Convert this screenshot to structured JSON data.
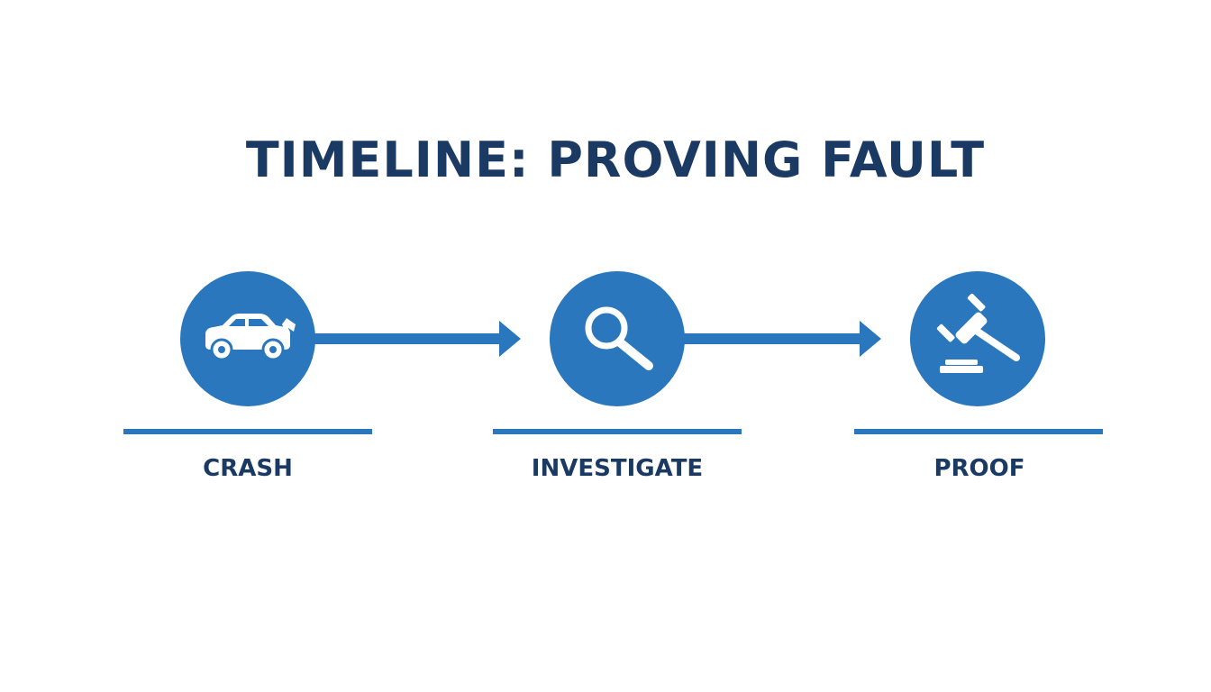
{
  "title": "TIMELINE: PROVING FAULT",
  "steps": [
    {
      "label": "CRASH",
      "icon": "car-crash-icon"
    },
    {
      "label": "INVESTIGATE",
      "icon": "magnifying-glass-icon"
    },
    {
      "label": "PROOF",
      "icon": "gavel-icon"
    }
  ],
  "colors": {
    "accent": "#2a77be",
    "title": "#1b3a63",
    "background": "#ffffff"
  }
}
